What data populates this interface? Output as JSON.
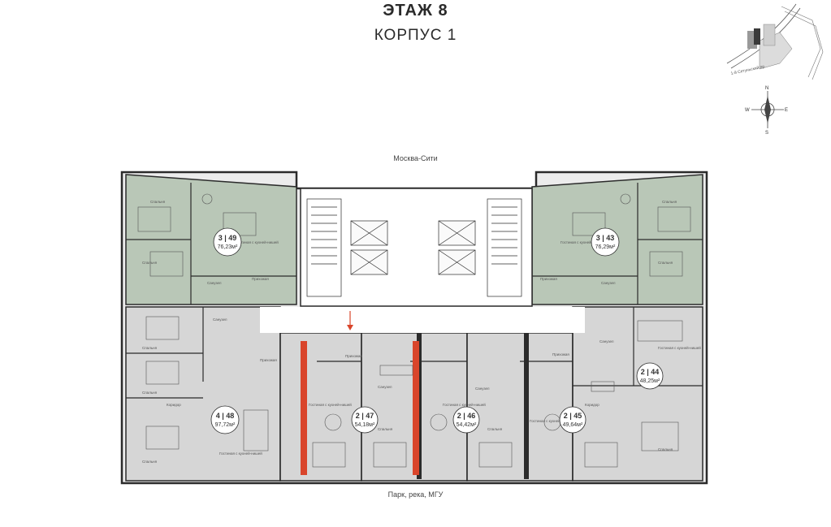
{
  "header": {
    "floor": "ЭТАЖ 8",
    "building": "КОРПУС 1"
  },
  "orientation": {
    "top": "Москва-Сити",
    "bottom": "Парк, река, МГУ"
  },
  "compass": {
    "n": "N",
    "s": "S",
    "e": "E",
    "w": "W"
  },
  "location_map": {
    "street": "1-й Сетуньский пр."
  },
  "apartments": [
    {
      "code": "3 | 49",
      "area": "76,23м²",
      "color": "#b9c7b7"
    },
    {
      "code": "3 | 43",
      "area": "76,29м²",
      "color": "#b9c7b7"
    },
    {
      "code": "4 | 48",
      "area": "97,72м²",
      "color": "#d6d6d6"
    },
    {
      "code": "2 | 47",
      "area": "54,18м²",
      "color": "#d6d6d6"
    },
    {
      "code": "2 | 46",
      "area": "54,42м²",
      "color": "#d6d6d6"
    },
    {
      "code": "2 | 45",
      "area": "49,64м²",
      "color": "#d6d6d6"
    },
    {
      "code": "2 | 44",
      "area": "48,25м²",
      "color": "#d6d6d6"
    }
  ],
  "rooms": {
    "bedroom": "Спальня",
    "living": "Гостиная с кухней-нишей",
    "bath": "Санузел",
    "hall": "Прихожая",
    "corridor": "Коридор"
  },
  "accents": {
    "highlight": "#d9452b",
    "wall": "#2b2b2b",
    "core": "#ffffff"
  }
}
